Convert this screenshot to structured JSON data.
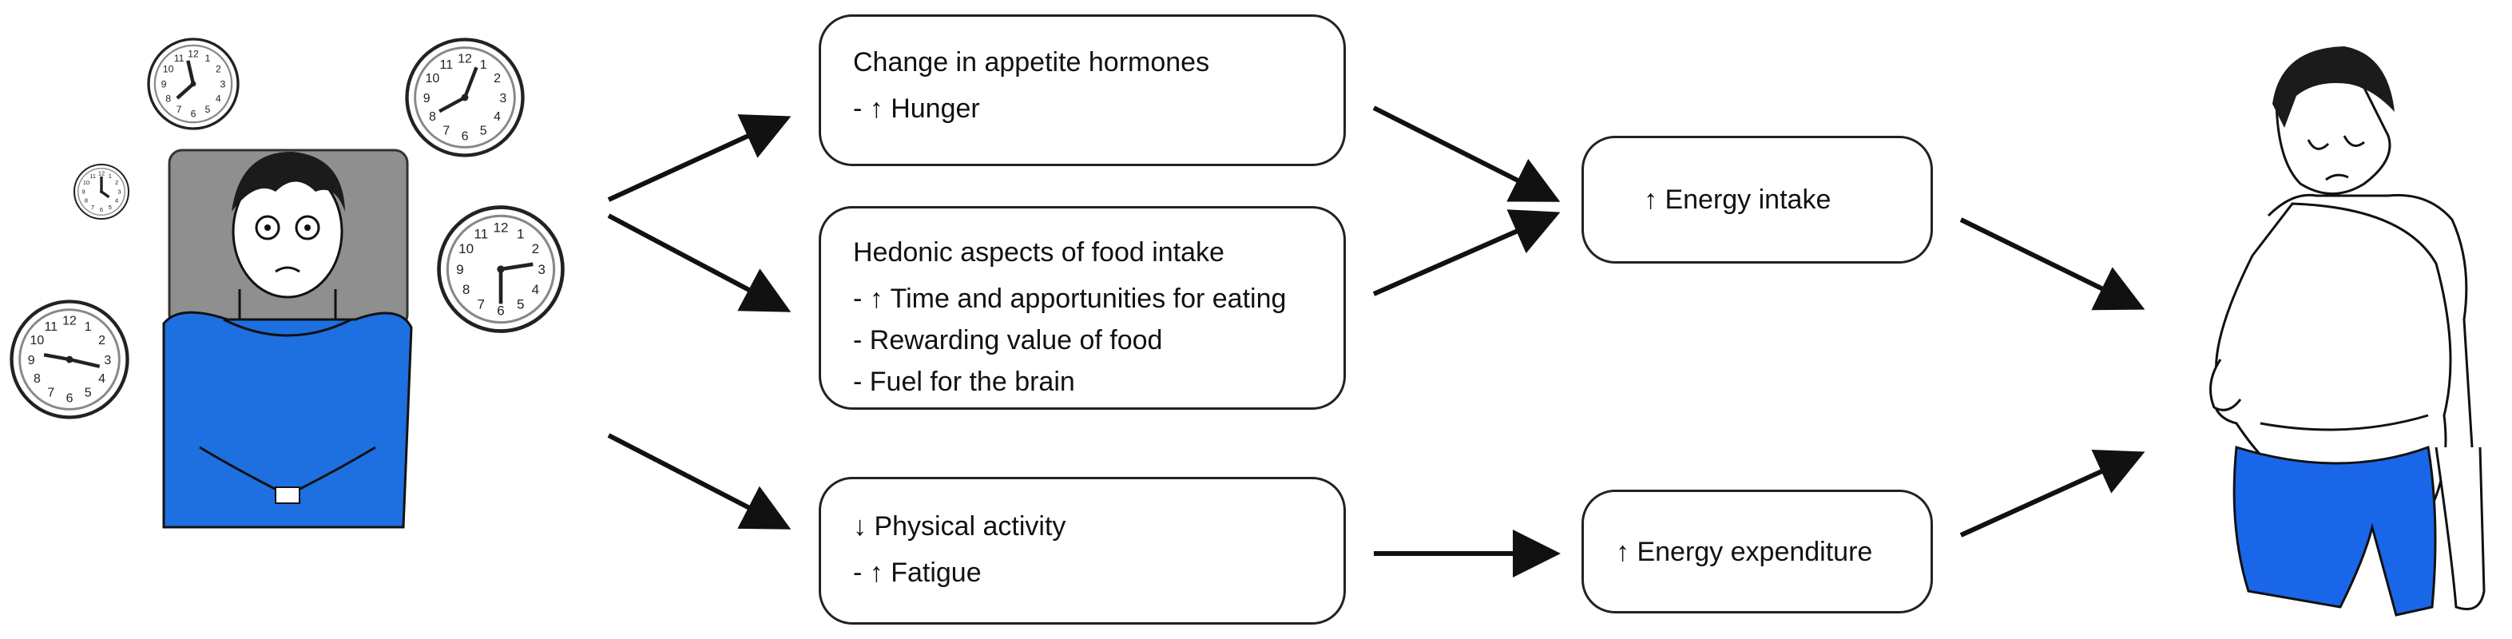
{
  "boxes": {
    "appetite": {
      "title": "Change in appetite hormones",
      "items": [
        "- ↑ Hunger"
      ]
    },
    "hedonic": {
      "title": "Hedonic aspects of food intake",
      "items": [
        "- ↑ Time and apportunities for eating",
        "-  Rewarding value of food",
        "-  Fuel for the brain"
      ]
    },
    "activity": {
      "title": "↓ Physical activity",
      "items": [
        "- ↑ Fatigue"
      ]
    },
    "intake": {
      "title": "↑ Energy intake"
    },
    "expenditure": {
      "title": "↑ Energy expenditure"
    }
  },
  "colors": {
    "shirt": "#1e6fe0",
    "pillow": "#8f8f8f",
    "shorts": "#1a66e8",
    "outline": "#222222"
  },
  "icons": [
    "clock-icon",
    "sleepless-man-illustration",
    "obese-man-illustration",
    "arrow-icon"
  ]
}
